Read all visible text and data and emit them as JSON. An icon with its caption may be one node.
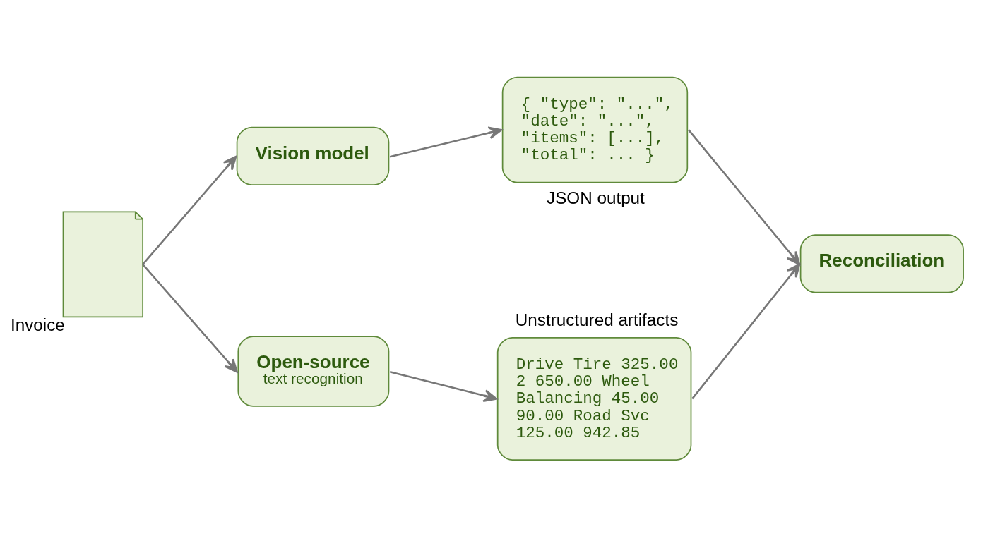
{
  "diagram": {
    "nodes": [
      {
        "text": [],
        "shape": "document",
        "beside": [
          "Invoice"
        ]
      },
      {
        "text": [
          "Vision model"
        ]
      },
      {
        "text": [
          "Open-source",
          "text recognition"
        ]
      },
      {
        "text": [
          "{ \"type\": \"...\", \"date\": \"...\", \"items\": [...], \"total\": ... }"
        ],
        "beside": [
          "JSON output"
        ]
      },
      {
        "text": [
          "Drive Tire 325.00 2 650.00 Wheel Balancing 45.00 90.00 Road Svc 125.00 942.85"
        ],
        "beside": [
          "Unstructured artifacts"
        ]
      },
      {
        "text": [
          "Reconciliation"
        ]
      }
    ],
    "edges": [
      {
        "from": 0,
        "to": 1,
        "arrow": "to"
      },
      {
        "from": 0,
        "to": 2,
        "arrow": "to"
      },
      {
        "from": 1,
        "to": 3,
        "arrow": "to"
      },
      {
        "from": 2,
        "to": 4,
        "arrow": "to"
      },
      {
        "from": 3,
        "to": 5,
        "arrow": "to"
      },
      {
        "from": 4,
        "to": 5,
        "arrow": "to"
      }
    ]
  }
}
